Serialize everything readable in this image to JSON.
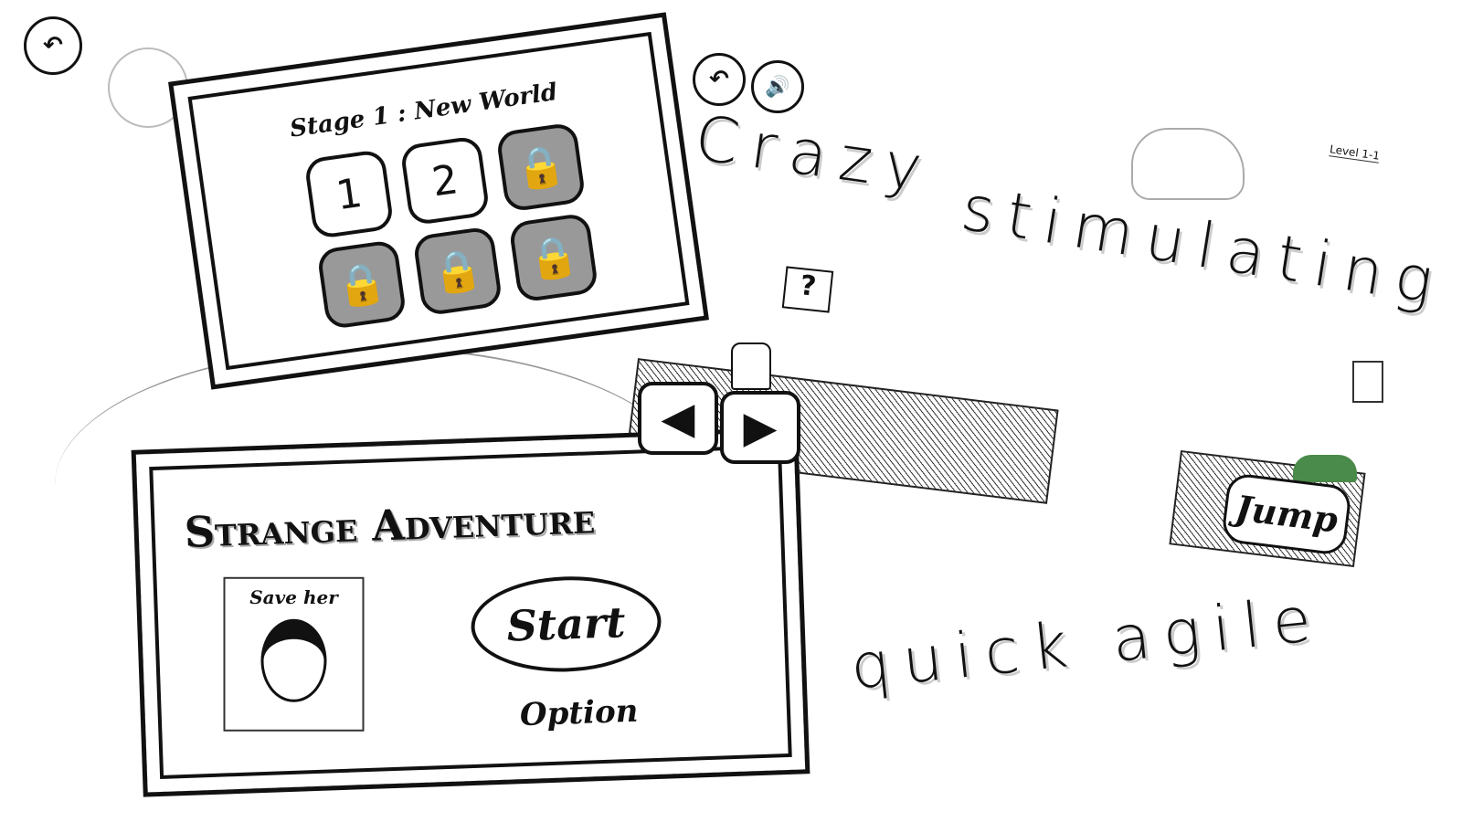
{
  "stage_select": {
    "title": "Stage 1 : New World",
    "levels": [
      {
        "label": "1",
        "locked": false
      },
      {
        "label": "2",
        "locked": false
      },
      {
        "label": "",
        "locked": true
      },
      {
        "label": "",
        "locked": true
      },
      {
        "label": "",
        "locked": true
      },
      {
        "label": "",
        "locked": true
      }
    ]
  },
  "menu": {
    "title": "Strange Adventure",
    "poster": "Save her",
    "start": "Start",
    "option": "Option"
  },
  "game": {
    "level_label": "Level 1-1",
    "question_block": "?",
    "jump": "Jump"
  },
  "taglines": {
    "crazy": "Crazy",
    "stimulating": "stimulating",
    "quick": "quick agile"
  },
  "colors": {
    "lock_gray": "#999999",
    "bush_green": "#4a8a4a"
  }
}
